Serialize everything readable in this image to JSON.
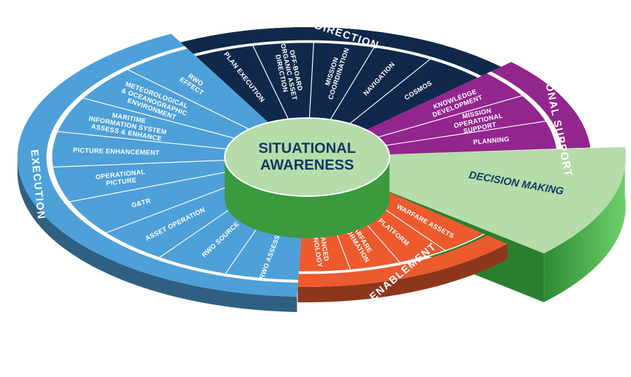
{
  "center": {
    "line1": "SITUATIONAL",
    "line2": "AWARENESS"
  },
  "decision_making": {
    "label": "DECISION MAKING"
  },
  "sectors": {
    "direction": {
      "title": "DIRECTION",
      "items": [
        [
          "PLAN EXECUTION"
        ],
        [
          "OFF-BOARD",
          "ORGANIC ASSET",
          "DIRECTION"
        ],
        [
          "MISSION",
          "COORDINATION"
        ],
        [
          "NAVIGATION"
        ],
        [
          "COSMOS"
        ]
      ]
    },
    "operational_support": {
      "title": "OPERATIONAL SUPPORT",
      "items": [
        [
          "KNOWLEDGE",
          "DEVELOPMENT"
        ],
        [
          "MISSION",
          "OPERATIONAL",
          "SUPPORT"
        ],
        [
          "PLANNING"
        ]
      ]
    },
    "enablement": {
      "title": "ENABLEMENT",
      "items": [
        [
          "WARFARE ASSETS"
        ],
        [
          "PLATFORM"
        ],
        [
          "WARFARE",
          "INFORMATION"
        ],
        [
          "ADVANCED",
          "TECHNOLOGY"
        ]
      ]
    },
    "execution": {
      "title": "EXECUTION",
      "items": [
        [
          "RWO ASSESSMENT"
        ],
        [
          "RWO SOURCE"
        ],
        [
          "ASSET OPERATION"
        ],
        [
          "G&TR"
        ],
        [
          "OPERATIONAL",
          "PICTURE"
        ],
        [
          "PICTURE ENHANCEMENT"
        ],
        [
          "MARITIME",
          "INFORMATION SYSTEM",
          "ASSESS & ENHANCE"
        ],
        [
          "METEOROLOGICAL",
          "& OCEANOGRAPHIC",
          "ENVIRONMENT"
        ],
        [
          "RWO",
          "EFFECT"
        ]
      ]
    }
  },
  "colors": {
    "direction": "#10294a",
    "operational_support": "#93258f",
    "enablement": "#ec5a2e",
    "execution": "#4ea0d8",
    "center": "#b5dca9",
    "decision_making": "#b5dca9",
    "decision_making_side": "#3a9a3e",
    "divider": "#ffffff"
  }
}
